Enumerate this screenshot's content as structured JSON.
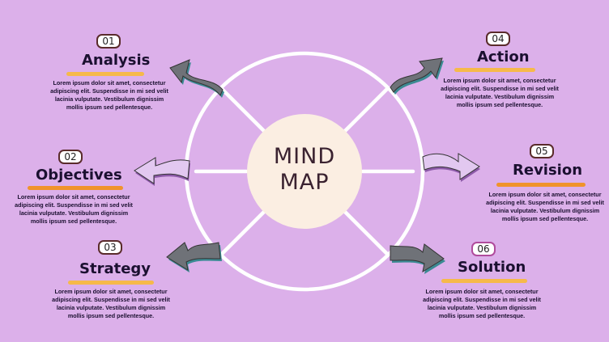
{
  "center": {
    "line1": "MIND",
    "line2": "MAP"
  },
  "nodes": [
    {
      "number": "01",
      "title": "Analysis",
      "body": "Lorem ipsum dolor sit amet, consectetur adipiscing elit. Suspendisse in mi sed velit lacinia vulputate. Vestibulum dignissim mollis ipsum sed pellentesque."
    },
    {
      "number": "02",
      "title": "Objectives",
      "body": "Lorem ipsum dolor sit amet, consectetur adipiscing elit. Suspendisse in mi sed velit lacinia vulputate. Vestibulum dignissim mollis ipsum sed pellentesque."
    },
    {
      "number": "03",
      "title": "Strategy",
      "body": "Lorem ipsum dolor sit amet, consectetur adipiscing elit. Suspendisse in mi sed velit lacinia vulputate. Vestibulum dignissim mollis ipsum sed pellentesque."
    },
    {
      "number": "04",
      "title": "Action",
      "body": "Lorem ipsum dolor sit amet, consectetur adipiscing elit. Suspendisse in mi sed velit lacinia vulputate. Vestibulum dignissim mollis ipsum sed pellentesque."
    },
    {
      "number": "05",
      "title": "Revision",
      "body": "Lorem ipsum dolor sit amet, consectetur adipiscing elit. Suspendisse in mi sed velit lacinia vulputate. Vestibulum dignissim mollis ipsum sed pellentesque."
    },
    {
      "number": "06",
      "title": "Solution",
      "body": "Lorem ipsum dolor sit amet, consectetur adipiscing elit. Suspendisse in mi sed velit lacinia vulputate. Vestibulum dignissim mollis ipsum sed pellentesque."
    }
  ],
  "colors": {
    "background": "#dcb0ea",
    "ring": "#ffffff",
    "center_fill": "#fbeee2",
    "underline_yellow": "#f6b94a",
    "underline_orange": "#f0932b",
    "arrow_gray": "#6f7278",
    "arrow_teal_edge": "#3c8a93",
    "arrow_lilac": "#e2c8f0",
    "arrow_violet_edge": "#8c5aa8"
  },
  "icons": [
    "curved-arrow-icon"
  ]
}
